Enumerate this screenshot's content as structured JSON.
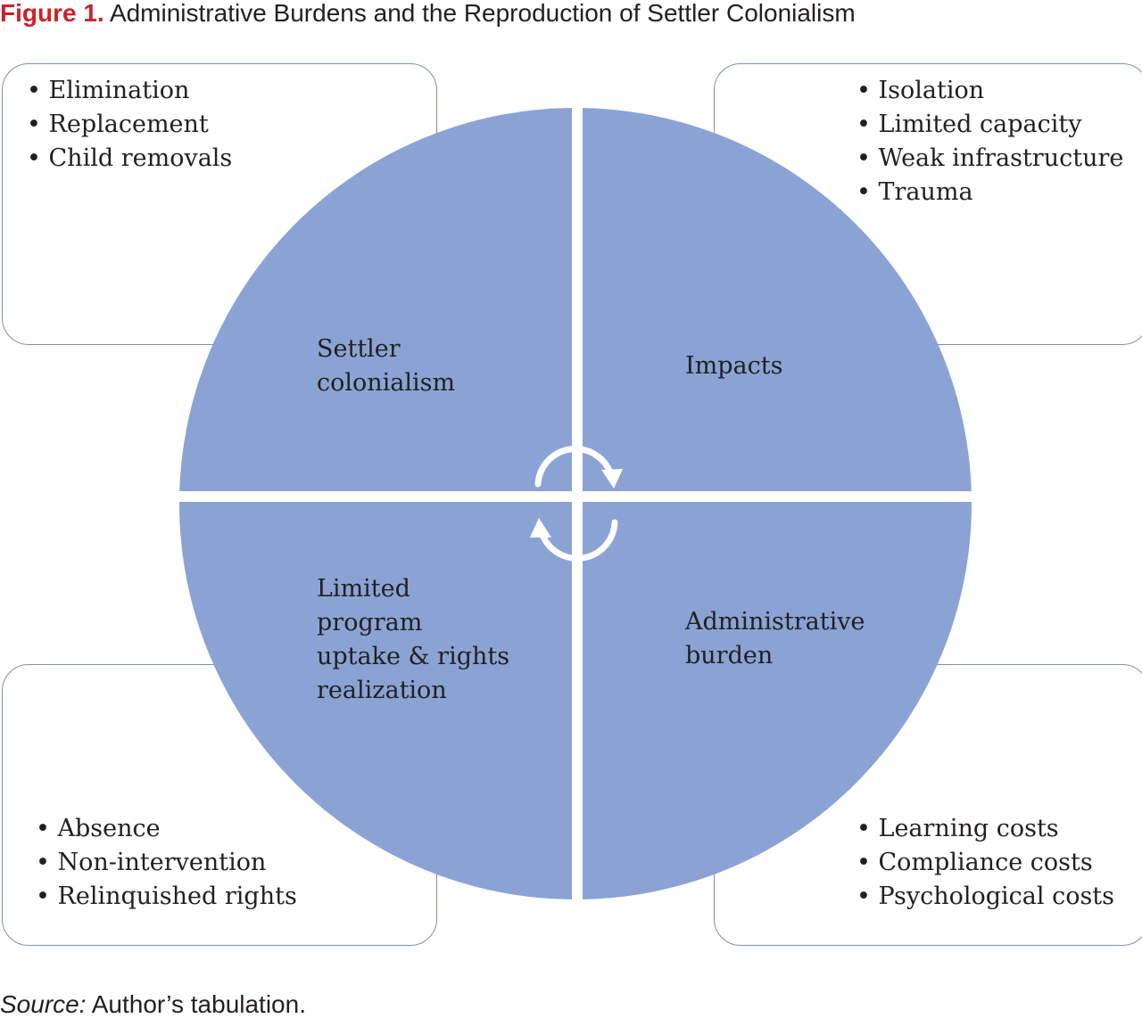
{
  "figure": {
    "label": "Figure 1.",
    "title": "Administrative Burdens and the Reproduction of Settler Colonialism"
  },
  "quadrants": {
    "top_left": {
      "label_lines": [
        "Settler",
        "colonialism"
      ],
      "items": [
        "Elimination",
        "Replacement",
        "Child removals"
      ]
    },
    "top_right": {
      "label_lines": [
        "Impacts"
      ],
      "items": [
        "Isolation",
        "Limited capacity",
        "Weak infrastructure",
        "Trauma"
      ]
    },
    "bottom_left": {
      "label_lines": [
        "Limited",
        "program",
        "uptake & rights",
        "realization"
      ],
      "items": [
        "Absence",
        "Non-intervention",
        "Relinquished rights"
      ]
    },
    "bottom_right": {
      "label_lines": [
        "Administrative",
        "burden"
      ],
      "items": [
        "Learning costs",
        "Compliance costs",
        "Psychological costs"
      ]
    }
  },
  "colors": {
    "circle_fill": "#8aa3d4",
    "box_border": "#7f8fb0",
    "label_red": "#cc2229",
    "text": "#231f20"
  },
  "source": {
    "label": "Source:",
    "text": " Author’s tabulation."
  }
}
